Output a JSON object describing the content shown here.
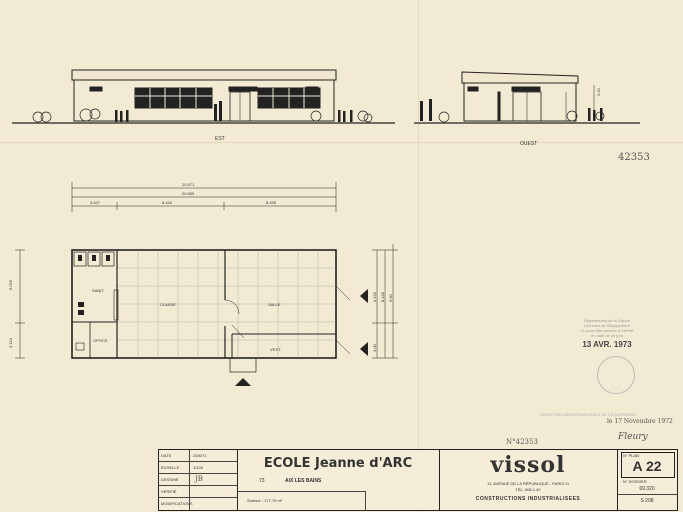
{
  "sheet": {
    "archive_number_top": "42353",
    "archive_number_stamp": "N°42353"
  },
  "elevations": {
    "east_label": "EST",
    "west_label": "OUEST",
    "height_dim": "3.20"
  },
  "plan": {
    "overall_dim_outer": "20.571",
    "overall_dim_inner": "20.559",
    "dim_a": "3.627",
    "dim_b": "8.440",
    "dim_c": "8.495",
    "dim_left_top": "6.025",
    "dim_left_bottom": "3.114",
    "dim_right_1": "6.120",
    "dim_right_2": "8.140",
    "dim_right_3": "9.90",
    "dim_right_bottom": "3.00",
    "rooms": {
      "classroom_1": "CLASSE",
      "classroom_2": "SALLE",
      "sanitary": "SANIT.",
      "office": "OFFICE",
      "vestibule": "VEST."
    }
  },
  "stamps": {
    "approval_lines": [
      "Département de la Savoie",
      "Direction de l'Équipement",
      "Vu pour être annexé à l'arrêté",
      "en date de ce jour"
    ],
    "approval_date": "13 AVR. 1973",
    "faded_stamp": "DIRECTION DÉPARTEMENTALE DE L'ÉQUIPEMENT",
    "signature_date": "le 17 Novembre 1972",
    "signature": "Fleury"
  },
  "title_block": {
    "labels": {
      "date": "DATE",
      "scale": "ÉCHELLE",
      "drawn": "DESSINÉ",
      "checked": "VÉRIFIÉ",
      "modifications": "MODIFICATIONS"
    },
    "values": {
      "date": "20/6/71",
      "scale": "1/100",
      "drawn": "JB"
    },
    "project": "ECOLE Jeanne d'ARC",
    "dept": "73",
    "city": "AIX LES BAINS",
    "surface": "Surface : 177,79 m²",
    "brand": "vissol",
    "brand_address": "11, AVENUE DE LA RÉPUBLIQUE - PARIS XI",
    "brand_tel": "TÉL. 806.1.40",
    "brand_sub": "CONSTRUCTIONS INDUSTRIALISEES",
    "plan_label": "N° PLAN",
    "plan_number": "A 22",
    "dossier_label": "N° DOSSIER",
    "dossier_number": "69.320",
    "sheet_code": "S 208"
  }
}
